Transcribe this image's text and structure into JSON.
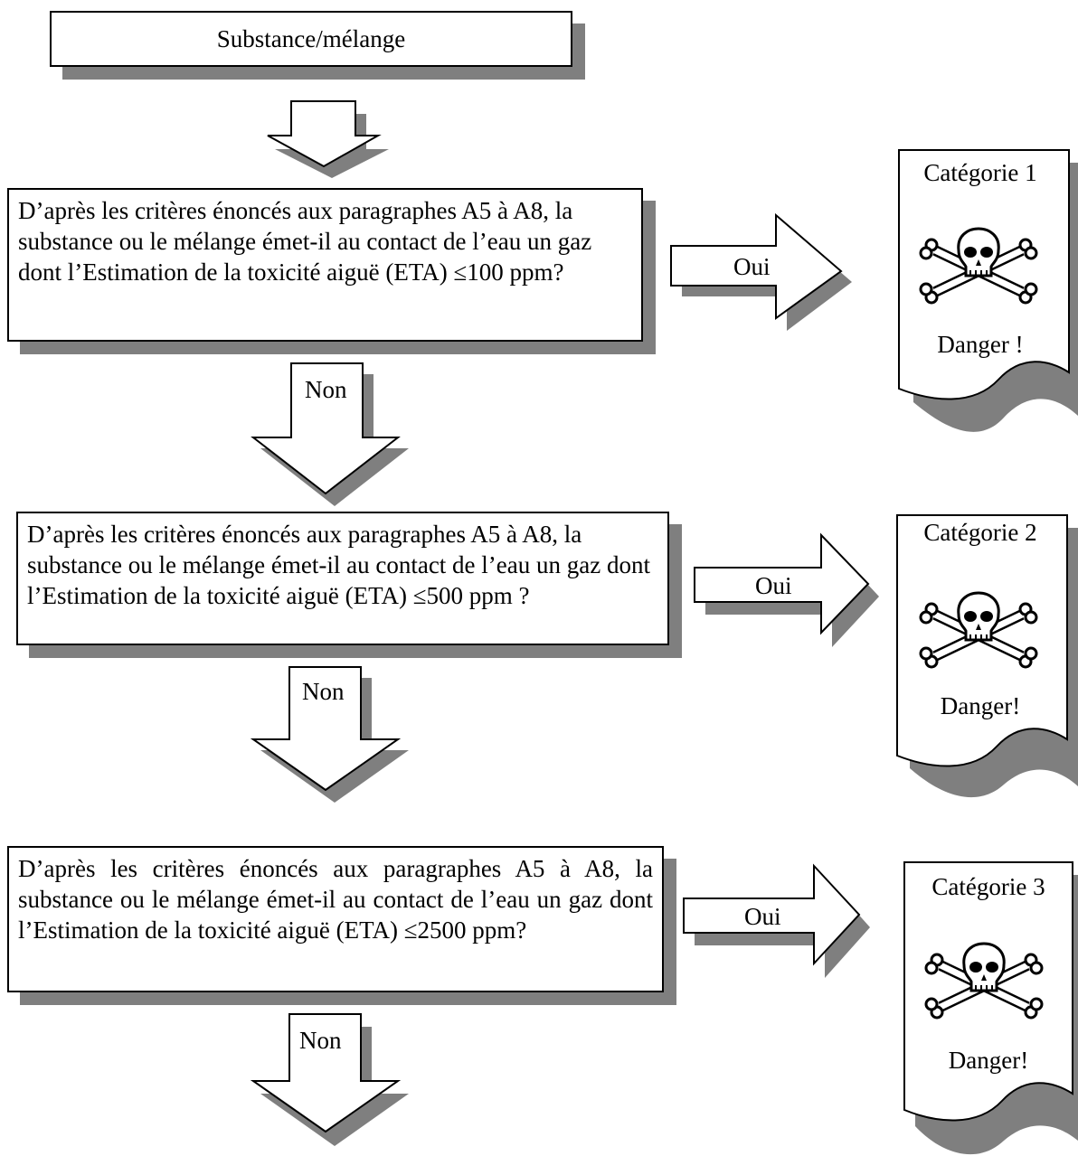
{
  "start": {
    "label": "Substance/mélange"
  },
  "steps": [
    {
      "question": "D’après les critères énoncés aux paragraphes A5 à A8, la substance ou le mélange émet-il au contact de l’eau un gaz dont l’Estimation de la toxicité aiguë (ETA) ≤100 ppm?",
      "yes_label": "Oui",
      "no_label": "Non",
      "result": {
        "category": "Catégorie 1",
        "signal_word": "Danger !",
        "pictogram": "skull-crossbones-icon"
      }
    },
    {
      "question": "D’après les critères énoncés aux paragraphes A5 à A8, la substance ou le mélange émet-il au contact de l’eau un gaz dont l’Estimation de la toxicité aiguë (ETA) ≤500 ppm ?",
      "yes_label": "Oui",
      "no_label": "Non",
      "result": {
        "category": "Catégorie 2",
        "signal_word": "Danger!",
        "pictogram": "skull-crossbones-icon"
      }
    },
    {
      "question": "D’après les critères énoncés aux paragraphes A5 à A8, la substance ou le mélange émet-il au contact de l’eau un gaz dont l’Estimation de la toxicité aiguë (ETA) ≤2500 ppm?",
      "yes_label": "Oui",
      "no_label": "Non",
      "result": {
        "category": "Catégorie 3",
        "signal_word": "Danger!",
        "pictogram": "skull-crossbones-icon"
      }
    }
  ],
  "colors": {
    "shadow": "#7f7f7f",
    "stroke": "#000000",
    "fill": "#ffffff"
  }
}
